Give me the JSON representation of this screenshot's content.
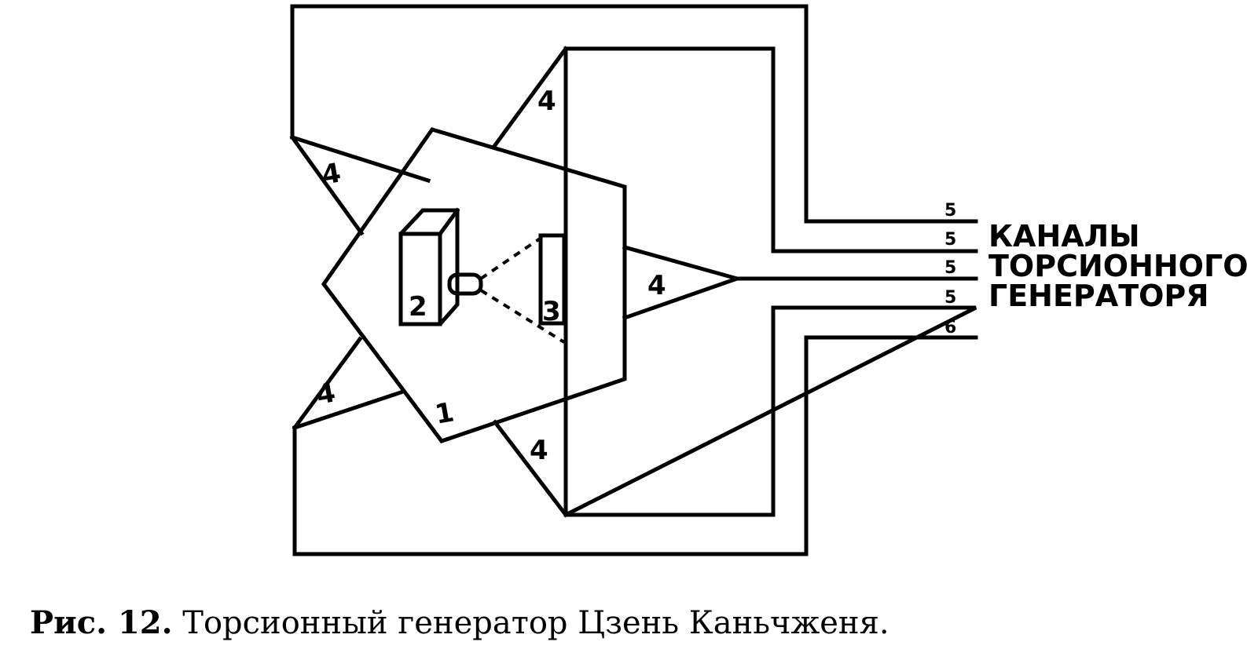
{
  "labels": {
    "pentagon": "1",
    "source": "2",
    "target": "3",
    "concentrator": "4",
    "channel_top": "5",
    "channel_2": "5",
    "channel_mid": "5",
    "channel_4": "5",
    "channel_bottom": "6"
  },
  "channels_text": {
    "line1": "КАНАЛЫ",
    "line2": "ТОРСИОННОГО",
    "line3": "ГЕНЕРАТОРЯ"
  },
  "caption": {
    "fig": "Рис. 12.",
    "text": " Торсионный генератор Цзень Каньчженя."
  }
}
